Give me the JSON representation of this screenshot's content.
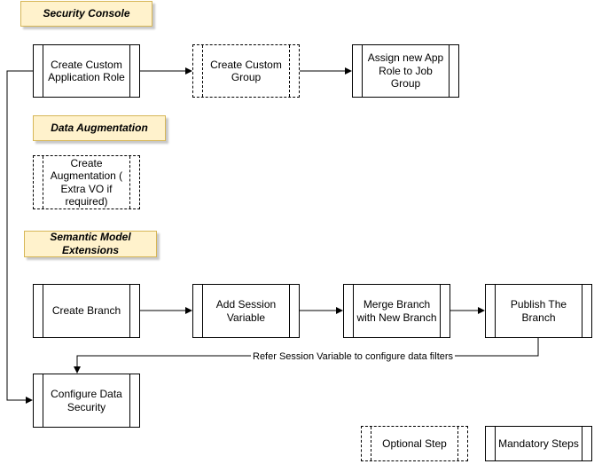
{
  "sections": {
    "security_console": "Security Console",
    "data_augmentation": "Data Augmentation",
    "semantic_model_extensions": "Semantic Model Extensions"
  },
  "nodes": {
    "create_custom_app_role": "Create Custom Application Role",
    "create_custom_group": "Create Custom Group",
    "assign_app_role": "Assign new App Role to Job Group",
    "create_augmentation": "Create Augmentation ( Extra VO if required)",
    "create_branch": "Create Branch",
    "add_session_variable": "Add Session Variable",
    "merge_branch": "Merge Branch with New Branch",
    "publish_branch": "Publish The Branch",
    "configure_data_security": "Configure Data Security"
  },
  "edge_labels": {
    "refer_session_variable": "Refer Session Variable to configure data filters"
  },
  "legend": {
    "optional": "Optional Step",
    "mandatory": "Mandatory Steps"
  },
  "colors": {
    "section_fill": "#fff2cc",
    "section_border": "#d6b656",
    "line": "#000000"
  }
}
